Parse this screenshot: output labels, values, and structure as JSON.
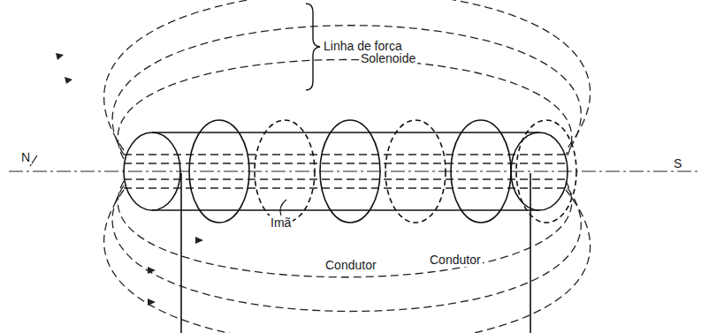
{
  "diagram": {
    "labels": [
      "Linha de força",
      "Solenoide",
      "N",
      "S",
      "Imã",
      "Condutor",
      "Condutor"
    ]
  }
}
